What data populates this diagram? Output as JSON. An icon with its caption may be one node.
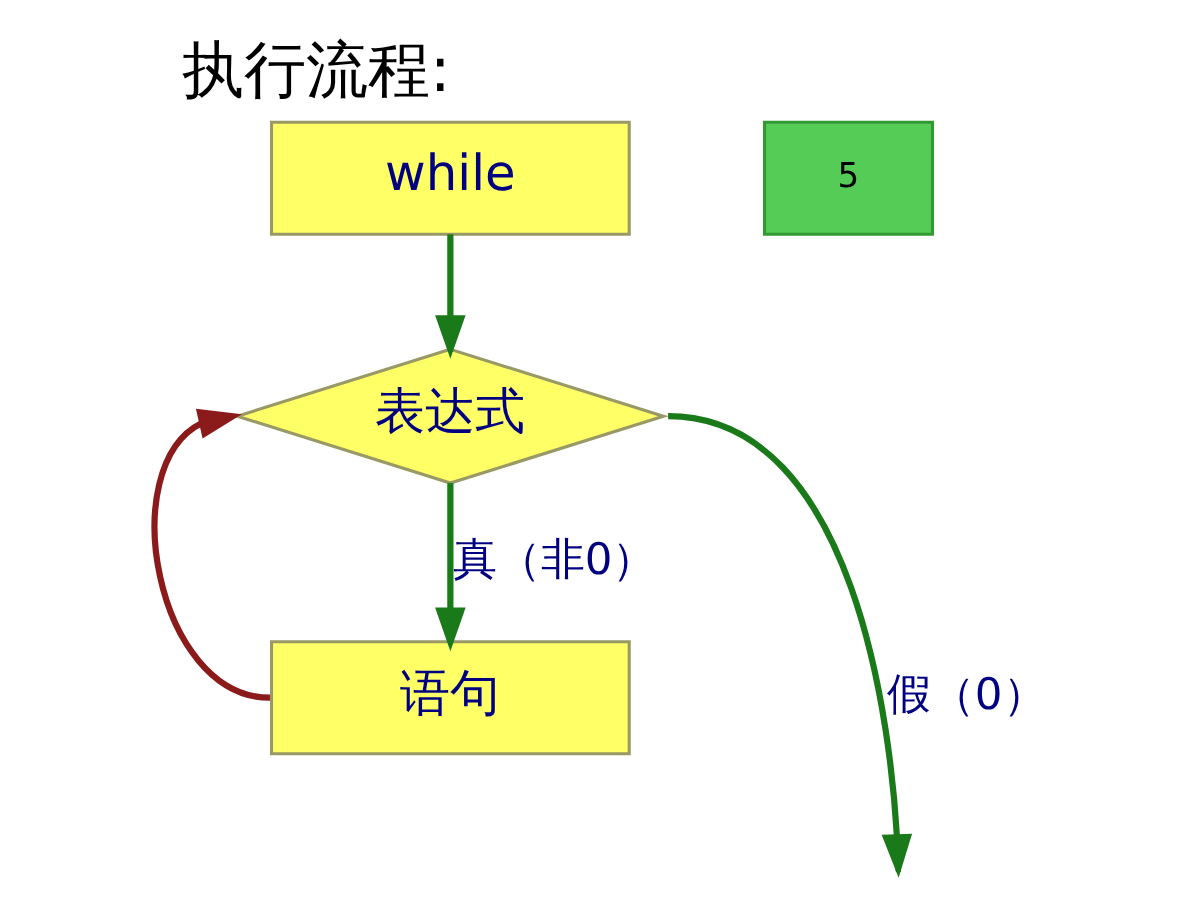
{
  "diagram": {
    "title": "执行流程:",
    "nodes": [
      {
        "text": [
          "while"
        ]
      },
      {
        "text": [
          "表达式"
        ]
      },
      {
        "text": [
          "语句"
        ]
      },
      {
        "text": [
          "5"
        ]
      }
    ],
    "edges": [
      {
        "from": 0,
        "to": 1,
        "arrow": "to"
      },
      {
        "from": 1,
        "to": 2,
        "arrow": "to",
        "label": "真（非0）"
      },
      {
        "from": 2,
        "to": 1,
        "arrow": "to",
        "color": "#8b1a1a"
      },
      {
        "from": 1,
        "to": null,
        "arrow": "to",
        "label": "假（0）"
      }
    ]
  }
}
